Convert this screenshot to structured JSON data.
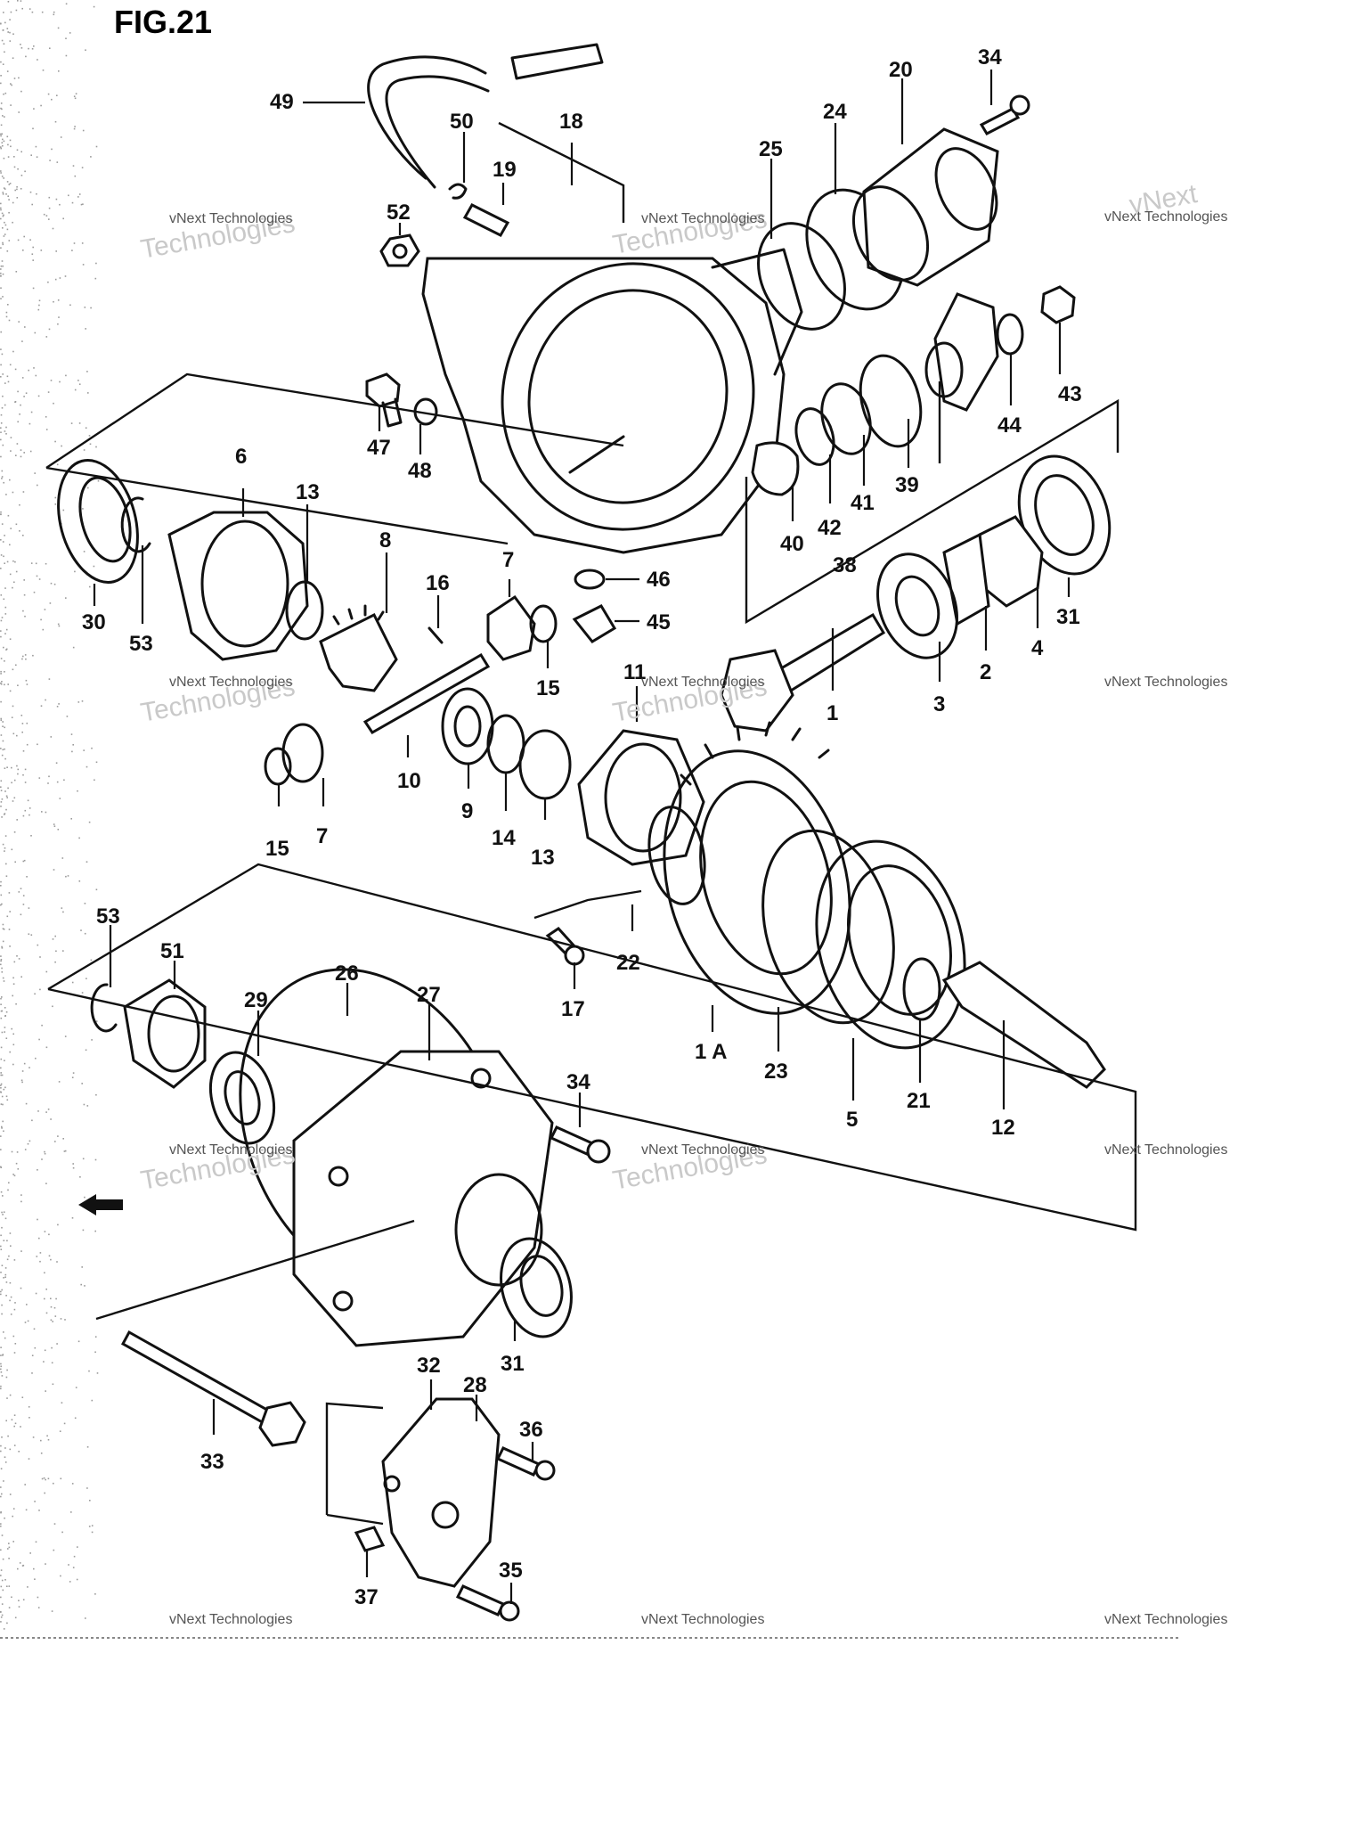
{
  "figure": {
    "label": "FIG.21"
  },
  "watermark": {
    "small": "vNext Technologies",
    "big_line1": "vNext",
    "big_line2": "Technologies"
  },
  "callouts": [
    {
      "id": "49",
      "text": "49"
    },
    {
      "id": "50",
      "text": "50"
    },
    {
      "id": "18",
      "text": "18"
    },
    {
      "id": "19",
      "text": "19"
    },
    {
      "id": "52",
      "text": "52"
    },
    {
      "id": "25",
      "text": "25"
    },
    {
      "id": "24",
      "text": "24"
    },
    {
      "id": "20",
      "text": "20"
    },
    {
      "id": "34a",
      "text": "34"
    },
    {
      "id": "47",
      "text": "47"
    },
    {
      "id": "48",
      "text": "48"
    },
    {
      "id": "43",
      "text": "43"
    },
    {
      "id": "44",
      "text": "44"
    },
    {
      "id": "39",
      "text": "39"
    },
    {
      "id": "41",
      "text": "41"
    },
    {
      "id": "42",
      "text": "42"
    },
    {
      "id": "40",
      "text": "40"
    },
    {
      "id": "38",
      "text": "38"
    },
    {
      "id": "6",
      "text": "6"
    },
    {
      "id": "13a",
      "text": "13"
    },
    {
      "id": "8",
      "text": "8"
    },
    {
      "id": "16",
      "text": "16"
    },
    {
      "id": "7a",
      "text": "7"
    },
    {
      "id": "46",
      "text": "46"
    },
    {
      "id": "45",
      "text": "45"
    },
    {
      "id": "30",
      "text": "30"
    },
    {
      "id": "53a",
      "text": "53"
    },
    {
      "id": "15a",
      "text": "15"
    },
    {
      "id": "31a",
      "text": "31"
    },
    {
      "id": "4",
      "text": "4"
    },
    {
      "id": "2",
      "text": "2"
    },
    {
      "id": "3",
      "text": "3"
    },
    {
      "id": "1",
      "text": "1"
    },
    {
      "id": "11",
      "text": "11"
    },
    {
      "id": "10",
      "text": "10"
    },
    {
      "id": "9",
      "text": "9"
    },
    {
      "id": "14",
      "text": "14"
    },
    {
      "id": "13b",
      "text": "13"
    },
    {
      "id": "15b",
      "text": "15"
    },
    {
      "id": "7b",
      "text": "7"
    },
    {
      "id": "22",
      "text": "22"
    },
    {
      "id": "17",
      "text": "17"
    },
    {
      "id": "1A",
      "text": "1 A"
    },
    {
      "id": "23",
      "text": "23"
    },
    {
      "id": "5",
      "text": "5"
    },
    {
      "id": "21",
      "text": "21"
    },
    {
      "id": "12",
      "text": "12"
    },
    {
      "id": "53b",
      "text": "53"
    },
    {
      "id": "51",
      "text": "51"
    },
    {
      "id": "29",
      "text": "29"
    },
    {
      "id": "26",
      "text": "26"
    },
    {
      "id": "27",
      "text": "27"
    },
    {
      "id": "34b",
      "text": "34"
    },
    {
      "id": "31b",
      "text": "31"
    },
    {
      "id": "33",
      "text": "33"
    },
    {
      "id": "32",
      "text": "32"
    },
    {
      "id": "28",
      "text": "28"
    },
    {
      "id": "36",
      "text": "36"
    },
    {
      "id": "37",
      "text": "37"
    },
    {
      "id": "35",
      "text": "35"
    }
  ]
}
